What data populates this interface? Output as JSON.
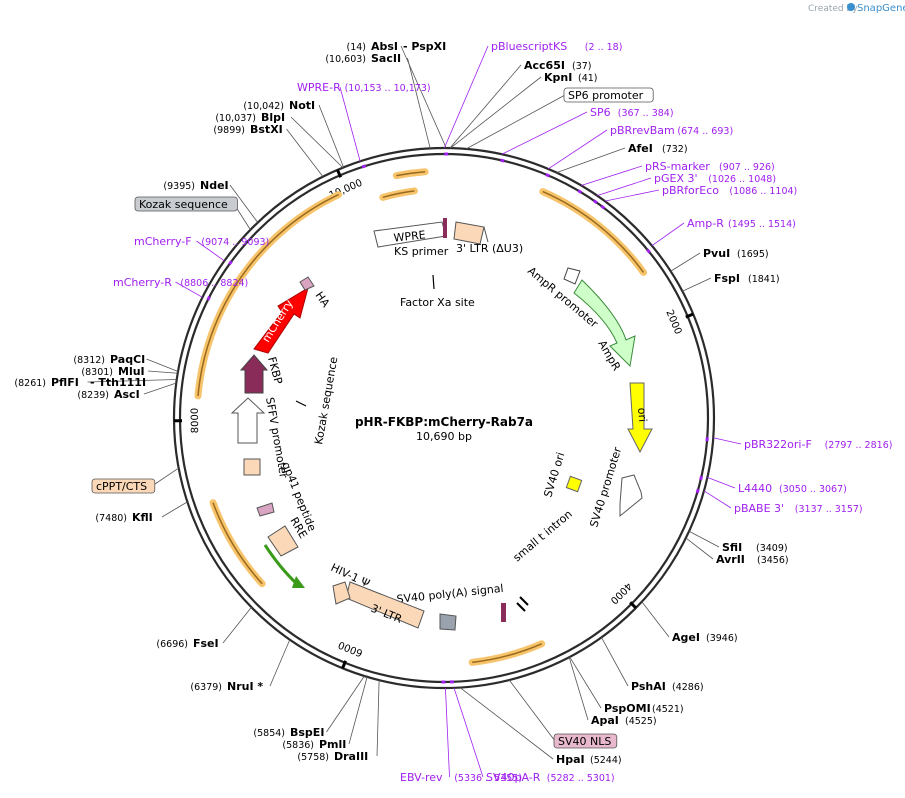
{
  "credit": {
    "prefix": "Created by",
    "brand": "SnapGene"
  },
  "plasmid": {
    "name": "pHR-FKBP:mCherry-Rab7a",
    "length": "10,690 bp",
    "total_bp": 10690
  },
  "colors": {
    "backbone": "#2b2b2b",
    "enzyme": "#000000",
    "primer": "#a020f0",
    "arrow_highlight": "#f7c46c",
    "arrow_core": "#9a6a1c",
    "mcherry": "#ff0000",
    "fkbp": "#8a2c5a",
    "ampr": "#cfffc8",
    "ori": "#ffff00",
    "ltr": "#fbd9b8",
    "sv40ori": "#ffff00",
    "polyA": "#9aa3ad",
    "green_arrow": "#3a9a1a"
  },
  "ticks": [
    {
      "bp": 2000,
      "label": "2000"
    },
    {
      "bp": 4000,
      "label": "4000"
    },
    {
      "bp": 6000,
      "label": "6000"
    },
    {
      "bp": 8000,
      "label": "8000"
    },
    {
      "bp": 10000,
      "label": "10,000"
    }
  ],
  "sites": [
    {
      "bp": 14,
      "name": "AbsI",
      "pos": "(14)",
      "extra": "- PspXI",
      "kind": "enzyme"
    },
    {
      "bp": 10603,
      "name": "SacII",
      "pos": "(10,603)",
      "kind": "enzyme"
    },
    {
      "bp": 2,
      "name": "pBluescriptKS",
      "pos": "(2 .. 18)",
      "kind": "primer"
    },
    {
      "bp": 37,
      "name": "Acc65I",
      "pos": "(37)",
      "kind": "enzyme"
    },
    {
      "bp": 41,
      "name": "KpnI",
      "pos": "(41)",
      "kind": "enzyme"
    },
    {
      "bp": 140,
      "name": "SP6 promoter",
      "kind": "boxed"
    },
    {
      "bp": 367,
      "name": "SP6",
      "pos": "(367 .. 384)",
      "kind": "primer"
    },
    {
      "bp": 674,
      "name": "pBRrevBam",
      "pos": "(674 .. 693)",
      "kind": "primer"
    },
    {
      "bp": 732,
      "name": "AfeI",
      "pos": "(732)",
      "kind": "enzyme"
    },
    {
      "bp": 907,
      "name": "pRS-marker",
      "pos": "(907 .. 926)",
      "kind": "primer"
    },
    {
      "bp": 1026,
      "name": "pGEX 3'",
      "pos": "(1026 .. 1048)",
      "kind": "primer"
    },
    {
      "bp": 1086,
      "name": "pBRforEco",
      "pos": "(1086 .. 1104)",
      "kind": "primer"
    },
    {
      "bp": 1495,
      "name": "Amp-R",
      "pos": "(1495 .. 1514)",
      "kind": "primer"
    },
    {
      "bp": 1695,
      "name": "PvuI",
      "pos": "(1695)",
      "kind": "enzyme"
    },
    {
      "bp": 1841,
      "name": "FspI",
      "pos": "(1841)",
      "kind": "enzyme"
    },
    {
      "bp": 2797,
      "name": "pBR322ori-F",
      "pos": "(2797 .. 2816)",
      "kind": "primer"
    },
    {
      "bp": 3050,
      "name": "L4440",
      "pos": "(3050 .. 3067)",
      "kind": "primer"
    },
    {
      "bp": 3137,
      "name": "pBABE 3'",
      "pos": "(3137 .. 3157)",
      "kind": "primer"
    },
    {
      "bp": 3409,
      "name": "SfiI",
      "pos": "(3409)",
      "kind": "enzyme"
    },
    {
      "bp": 3456,
      "name": "AvrII",
      "pos": "(3456)",
      "kind": "enzyme"
    },
    {
      "bp": 3946,
      "name": "AgeI",
      "pos": "(3946)",
      "kind": "enzyme"
    },
    {
      "bp": 4286,
      "name": "PshAI",
      "pos": "(4286)",
      "kind": "enzyme"
    },
    {
      "bp": 4521,
      "name": "PspOMI",
      "pos": "(4521)",
      "kind": "enzyme"
    },
    {
      "bp": 4525,
      "name": "ApaI",
      "pos": "(4525)",
      "kind": "enzyme"
    },
    {
      "bp": 4930,
      "name": "SV40 NLS",
      "kind": "boxed"
    },
    {
      "bp": 5244,
      "name": "HpaI",
      "pos": "(5244)",
      "kind": "enzyme"
    },
    {
      "bp": 5282,
      "name": "SV40pA-R",
      "pos": "(5282 .. 5301)",
      "kind": "primer"
    },
    {
      "bp": 5336,
      "name": "EBV-rev",
      "pos": "(5336 .. 5355)",
      "kind": "primer"
    },
    {
      "bp": 5758,
      "name": "DraIII",
      "pos": "(5758)",
      "kind": "enzyme"
    },
    {
      "bp": 5836,
      "name": "PmlI",
      "pos": "(5836)",
      "kind": "enzyme"
    },
    {
      "bp": 5854,
      "name": "BspEI",
      "pos": "(5854)",
      "kind": "enzyme"
    },
    {
      "bp": 6379,
      "name": "NruI *",
      "pos": "(6379)",
      "kind": "enzyme"
    },
    {
      "bp": 6696,
      "name": "FseI",
      "pos": "(6696)",
      "kind": "enzyme"
    },
    {
      "bp": 7480,
      "name": "KflI",
      "pos": "(7480)",
      "kind": "enzyme"
    },
    {
      "bp": 7700,
      "name": "cPPT/CTS",
      "kind": "boxed"
    },
    {
      "bp": 8239,
      "name": "AscI",
      "pos": "(8239)",
      "kind": "enzyme"
    },
    {
      "bp": 8261,
      "name": "PflFI",
      "pos": "(8261)",
      "extra": "- Tth111I",
      "kind": "enzyme"
    },
    {
      "bp": 8301,
      "name": "MluI",
      "pos": "(8301)",
      "kind": "enzyme"
    },
    {
      "bp": 8312,
      "name": "PaqCI",
      "pos": "(8312)",
      "kind": "enzyme"
    },
    {
      "bp": 8806,
      "name": "mCherry-R",
      "pos": "(8806 .. 8824)",
      "kind": "primer"
    },
    {
      "bp": 9074,
      "name": "mCherry-F",
      "pos": "(9074 .. 9093)",
      "kind": "primer"
    },
    {
      "bp": 9330,
      "name": "Kozak sequence",
      "kind": "boxed-gray"
    },
    {
      "bp": 9395,
      "name": "NdeI",
      "pos": "(9395)",
      "kind": "enzyme"
    },
    {
      "bp": 9899,
      "name": "BstXI",
      "pos": "(9899)",
      "kind": "enzyme"
    },
    {
      "bp": 10037,
      "name": "BlpI",
      "pos": "(10,037)",
      "kind": "enzyme"
    },
    {
      "bp": 10042,
      "name": "NotI",
      "pos": "(10,042)",
      "kind": "enzyme"
    },
    {
      "bp": 10153,
      "name": "WPRE-R",
      "pos": "(10,153 .. 10,173)",
      "kind": "primer"
    }
  ],
  "features": [
    {
      "name": "WPRE"
    },
    {
      "name": "3' LTR (ΔU3)"
    },
    {
      "name": "KS primer"
    },
    {
      "name": "Factor Xa site"
    },
    {
      "name": "AmpR promoter"
    },
    {
      "name": "AmpR"
    },
    {
      "name": "ori"
    },
    {
      "name": "SV40 promoter"
    },
    {
      "name": "SV40 ori"
    },
    {
      "name": "small t intron"
    },
    {
      "name": "SV40 poly(A) signal"
    },
    {
      "name": "HIV-1 Ψ"
    },
    {
      "name": "3' LTR"
    },
    {
      "name": "RRE"
    },
    {
      "name": "gp41 peptide"
    },
    {
      "name": "SFFV promoter"
    },
    {
      "name": "FKBP"
    },
    {
      "name": "mCherry"
    },
    {
      "name": "HA"
    },
    {
      "name": "Kozak sequence"
    }
  ]
}
